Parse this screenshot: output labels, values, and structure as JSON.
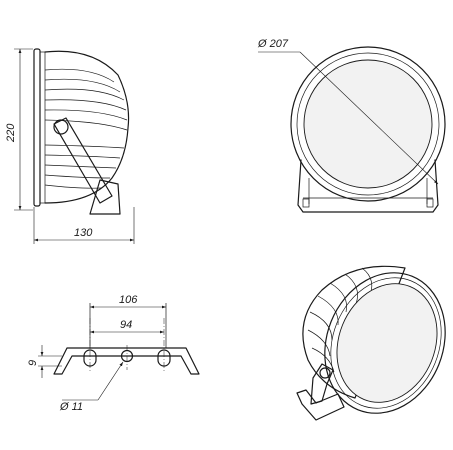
{
  "drawing": {
    "side_view": {
      "height_label": "220",
      "width_label": "130"
    },
    "front_view": {
      "diameter_label": "Ø 207"
    },
    "bracket_view": {
      "outer_spacing_label": "106",
      "inner_spacing_label": "94",
      "thickness_label": "9",
      "hole_label": "Ø 11"
    }
  }
}
